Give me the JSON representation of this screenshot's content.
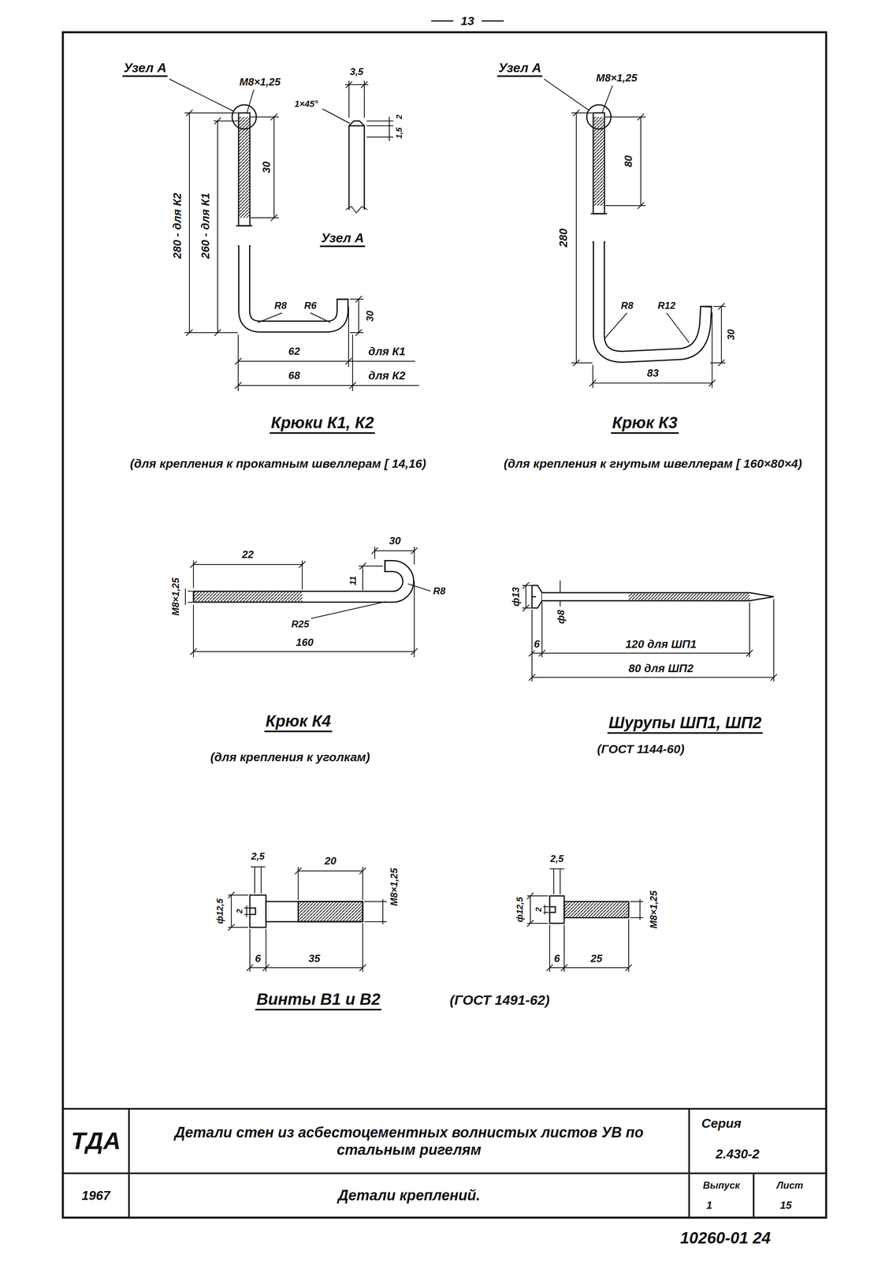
{
  "diagram": {
    "labels": [
      "13",
      "Узел А",
      "М8×1,25",
      "3,5",
      "1×45°",
      "2",
      "1,5",
      "30",
      "Узел А",
      "280 - для К2",
      "260 - для К1",
      "R8",
      "R6",
      "30",
      "62",
      "для К1",
      "68",
      "для К2",
      "Крюки К1, К2",
      "(для крепления к прокатным швеллерам [ 14,16)",
      "Узел А",
      "М8×1,25",
      "80",
      "280",
      "R8",
      "R12",
      "30",
      "83",
      "Крюк К3",
      "(для крепления к гнутым швеллерам [ 160×80×4)",
      "М8×1,25",
      "22",
      "30",
      "11",
      "R8",
      "R25",
      "160",
      "Крюк К4",
      "(для крепления к уголкам)",
      "ф13",
      "ф8",
      "6",
      "120 для ШП1",
      "80 для ШП2",
      "Шурупы ШП1, ШП2",
      "(ГОСТ 1144-60)",
      "2,5",
      "20",
      "М8×1,25",
      "ф12,5",
      "2",
      "6",
      "35",
      "2,5",
      "ф12,5",
      "2",
      "6",
      "25",
      "М8×1,25",
      "Винты В1 и В2",
      "(ГОСТ 1491-62)",
      "ТДА",
      "Детали стен из асбестоцементных волнистых листов УВ по стальным ригелям",
      "Серия",
      "2.430-2",
      "1967",
      "Детали креплений.",
      "Выпуск",
      "1",
      "Лист",
      "15",
      "10260-01 24"
    ]
  }
}
